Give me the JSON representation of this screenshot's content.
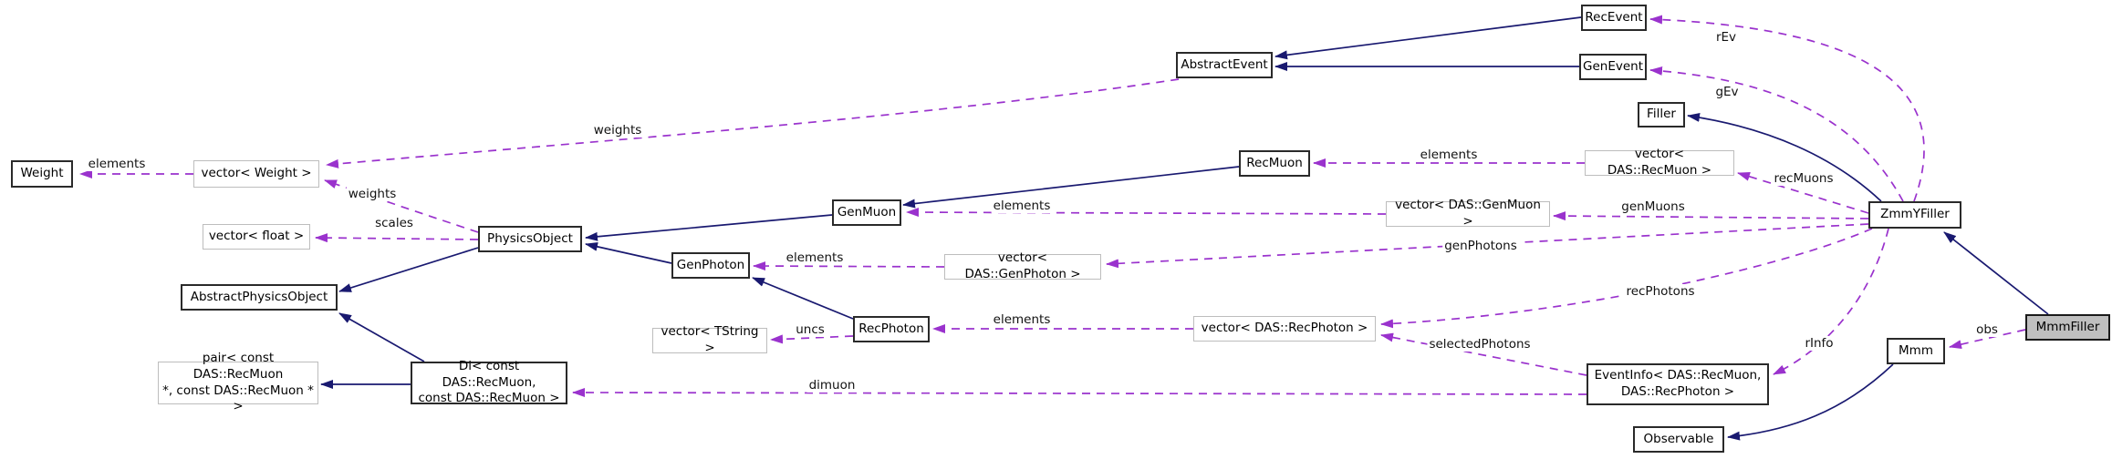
{
  "diagram": {
    "type": "doxygen-collaboration-graph",
    "focal_class": "MmmFiller",
    "colors": {
      "inheritance_edge": "#191970",
      "usage_edge": "#9a32cd",
      "class_border": "#2a2a2a",
      "external_border": "#bdbdbd",
      "focal_fill": "#bfbfbf",
      "background": "#ffffff"
    },
    "nodes": {
      "weight": {
        "label": "Weight"
      },
      "vector_weight": {
        "label": "vector< Weight >"
      },
      "vector_float": {
        "label": "vector< float >"
      },
      "physics_object": {
        "label": "PhysicsObject"
      },
      "abstract_physics_object": {
        "label": "AbstractPhysicsObject"
      },
      "pair_recmuon": {
        "label": "pair< const DAS::RecMuon\n*, const DAS::RecMuon * >"
      },
      "di_recmuon": {
        "label": "Di< const DAS::RecMuon,\nconst DAS::RecMuon >"
      },
      "gen_photon": {
        "label": "GenPhoton"
      },
      "gen_muon": {
        "label": "GenMuon"
      },
      "rec_muon": {
        "label": "RecMuon"
      },
      "vector_tstring": {
        "label": "vector< TString >"
      },
      "rec_photon": {
        "label": "RecPhoton"
      },
      "vector_genphoton": {
        "label": "vector< DAS::GenPhoton >"
      },
      "abstract_event": {
        "label": "AbstractEvent"
      },
      "rec_event": {
        "label": "RecEvent"
      },
      "gen_event": {
        "label": "GenEvent"
      },
      "filler": {
        "label": "Filler"
      },
      "vector_recmuon": {
        "label": "vector< DAS::RecMuon >"
      },
      "vector_genmuon": {
        "label": "vector< DAS::GenMuon >"
      },
      "zmmy_filler": {
        "label": "ZmmYFiller"
      },
      "vector_recphoton": {
        "label": "vector< DAS::RecPhoton >"
      },
      "event_info": {
        "label": "EventInfo< DAS::RecMuon,\nDAS::RecPhoton >"
      },
      "observable": {
        "label": "Observable"
      },
      "mmm": {
        "label": "Mmm"
      },
      "mmm_filler": {
        "label": "MmmFiller"
      }
    },
    "edge_labels": {
      "elements_weight": "elements",
      "weights_physics": "weights",
      "scales": "scales",
      "weights_event": "weights",
      "elements_recmuon": "elements",
      "elements_genmuon": "elements",
      "elements_genphoton": "elements",
      "elements_recphoton": "elements",
      "uncs": "uncs",
      "rev": "rEv",
      "gev": "gEv",
      "recmuons": "recMuons",
      "genmuons": "genMuons",
      "genphotons": "genPhotons",
      "recphotons": "recPhotons",
      "selectedphotons": "selectedPhotons",
      "rinfo": "rInfo",
      "obs": "obs",
      "dimuon": "dimuon"
    }
  }
}
